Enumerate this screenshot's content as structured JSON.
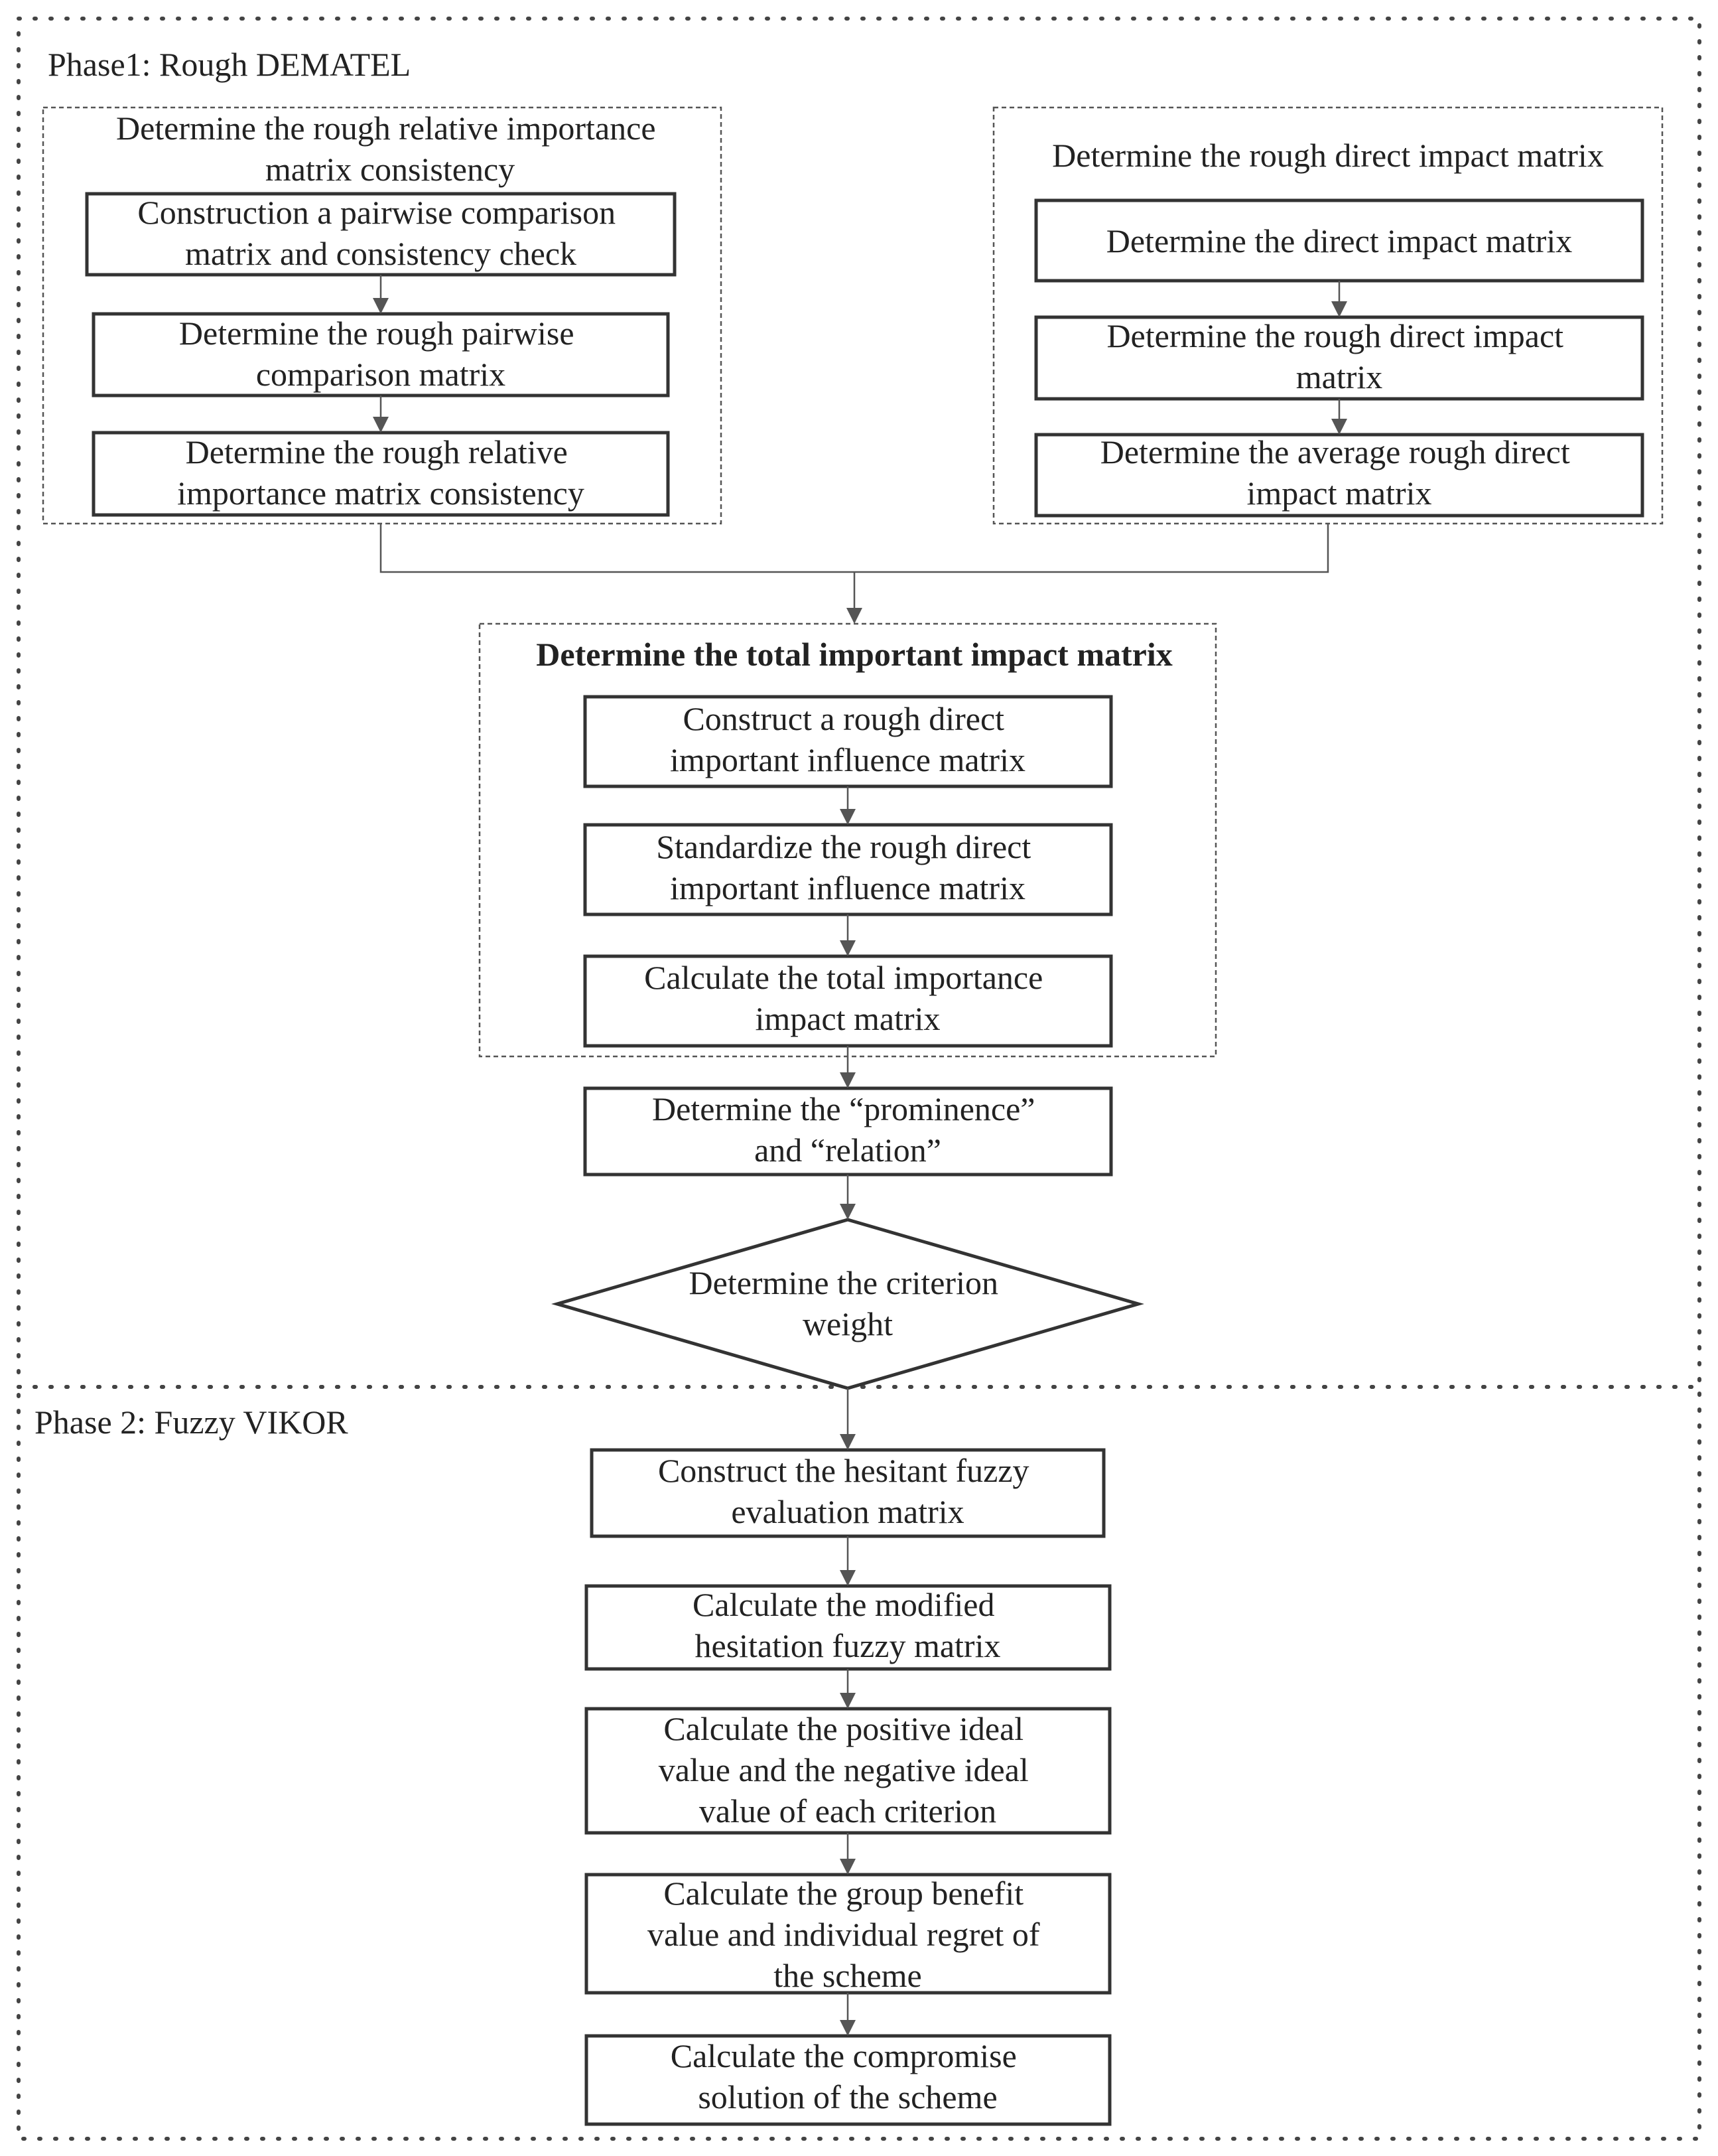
{
  "phase1": {
    "label": "Phase1: Rough DEMATEL",
    "left_group": {
      "title": [
        "Determine the rough relative importance",
        "matrix consistency"
      ],
      "steps": [
        [
          "Construction a pairwise comparison",
          "matrix and consistency check"
        ],
        [
          "Determine the rough pairwise",
          "comparison matrix"
        ],
        [
          "Determine the rough relative",
          "importance matrix consistency"
        ]
      ]
    },
    "right_group": {
      "title": [
        "Determine the rough direct impact matrix"
      ],
      "steps": [
        [
          "Determine the direct impact matrix"
        ],
        [
          "Determine the rough direct impact",
          "matrix"
        ],
        [
          "Determine the average rough direct",
          "impact matrix"
        ]
      ]
    },
    "center_group": {
      "title": [
        "Determine the total important impact matrix"
      ],
      "steps": [
        [
          "Construct a rough direct",
          "important influence matrix"
        ],
        [
          "Standardize the rough direct",
          "important influence matrix"
        ],
        [
          "Calculate the total importance",
          "impact matrix"
        ]
      ]
    },
    "prominence": [
      "Determine the “prominence”",
      "and “relation”"
    ],
    "decision": [
      "Determine the criterion",
      "weight"
    ]
  },
  "phase2": {
    "label": "Phase 2: Fuzzy VIKOR",
    "steps": [
      [
        "Construct the hesitant fuzzy",
        "evaluation matrix"
      ],
      [
        "Calculate the modified",
        "hesitation fuzzy matrix"
      ],
      [
        "Calculate the positive ideal",
        "value and the negative ideal",
        "value of each criterion"
      ],
      [
        "Calculate the group benefit",
        "value and individual regret of",
        "the scheme"
      ],
      [
        "Calculate the compromise",
        "solution of the scheme"
      ]
    ]
  }
}
